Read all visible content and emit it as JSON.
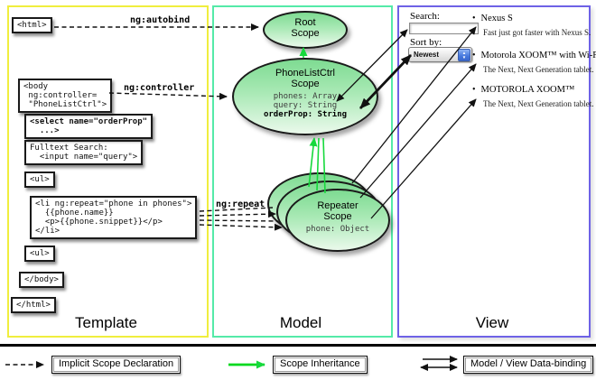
{
  "sections": {
    "template_label": "Template",
    "model_label": "Model",
    "view_label": "View"
  },
  "template": {
    "boxes": [
      {
        "text": "<html>"
      },
      {
        "text": "<body\n ng:controller=\n \"PhoneListCtrl\">"
      },
      {
        "text": "<select name=\"orderProp\"\n  ...>"
      },
      {
        "text": "Fulltext Search:\n  <input name=\"query\">"
      },
      {
        "text": "<ul>"
      },
      {
        "text": "<li ng:repeat=\"phone in phones\">\n  {{phone.name}}\n  <p>{{phone.snippet}}</p>\n</li>"
      },
      {
        "text": "<ul>"
      },
      {
        "text": "</body>"
      },
      {
        "text": "</html>"
      }
    ]
  },
  "model": {
    "root_scope": {
      "title": "Root\nScope"
    },
    "phonelistctrl_scope": {
      "title": "PhoneListCtrl\nScope",
      "prop_phones": "phones: Array",
      "prop_query": "query: String",
      "prop_orderprop": "orderProp: String"
    },
    "repeater_scope": {
      "title": "Repeater\nScope",
      "prop_phone": "phone: Object"
    }
  },
  "arrow_labels": {
    "autobind": "ng:autobind",
    "controller": "ng:controller",
    "repeat": "ng:repeat"
  },
  "view": {
    "search_label": "Search:",
    "search_value": "",
    "sort_label": "Sort by:",
    "sort_value": "Newest",
    "bullet": "•",
    "items": [
      {
        "title": "Nexus S",
        "desc": "Fast just got faster with Nexus S."
      },
      {
        "title": "Motorola XOOM™  with Wi-Fi",
        "desc": "The Next, Next Generation tablet."
      },
      {
        "title": "MOTOROLA XOOM™",
        "desc": "The Next, Next Generation tablet."
      }
    ]
  },
  "legend": {
    "implicit_scope": "Implicit Scope Declaration",
    "scope_inheritance": "Scope Inheritance",
    "data_binding": "Model / View Data-binding"
  },
  "colors": {
    "template_border": "#f0ee3e",
    "model_border": "#55eaa8",
    "view_border": "#6e62e6",
    "scope_fill_top": "#7edb92",
    "scope_fill_bottom": "#eaf9eb",
    "code_box_yellow": "#eded52",
    "inheritance_green": "#16d93c",
    "legend_green": "#00d91e"
  }
}
